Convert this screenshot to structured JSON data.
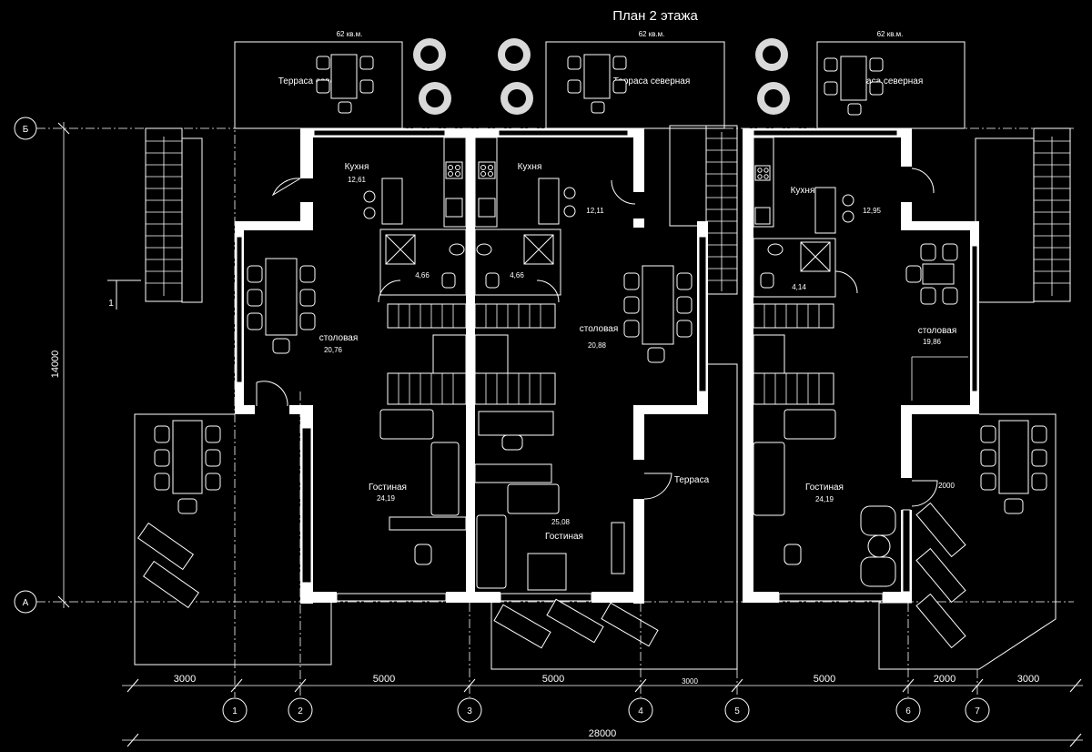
{
  "title": "План 2 этажа",
  "terraces_north": [
    {
      "label": "Терраса северная",
      "area": "62 кв.м."
    },
    {
      "label": "Терраса северная",
      "area": "62 кв.м."
    },
    {
      "label": "Терраса северная",
      "area": "62 кв.м."
    }
  ],
  "rooms": {
    "kitchen_1": {
      "name": "Кухня",
      "area": "12,61"
    },
    "kitchen_2": {
      "name": "Кухня",
      "area": "12,11"
    },
    "kitchen_3": {
      "name": "Кухня",
      "area": "12,95"
    },
    "bath_1": {
      "area": "4,66"
    },
    "bath_2": {
      "area": "4,66"
    },
    "bath_3": {
      "area": "4,14"
    },
    "dining_1": {
      "name": "столовая",
      "area": "20,76"
    },
    "dining_2": {
      "name": "столовая",
      "area": "20,88"
    },
    "dining_3": {
      "name": "столовая",
      "area": "19,86"
    },
    "living_1": {
      "name": "Гостиная",
      "area": "24,19"
    },
    "living_2": {
      "name": "Гостиная",
      "area": "25,08"
    },
    "living_3": {
      "name": "Гостиная",
      "area": "24,19"
    },
    "terrace_mid": {
      "name": "Терраса"
    }
  },
  "axes": {
    "columns": [
      "1",
      "2",
      "3",
      "4",
      "5",
      "6",
      "7"
    ],
    "rows": [
      "Б",
      "А"
    ],
    "section_mark": "1"
  },
  "dimensions": {
    "spans": [
      "3000",
      "5000",
      "5000",
      "3000",
      "5000",
      "2000",
      "3000"
    ],
    "total": "28000",
    "height": "14000",
    "small": "2000"
  }
}
